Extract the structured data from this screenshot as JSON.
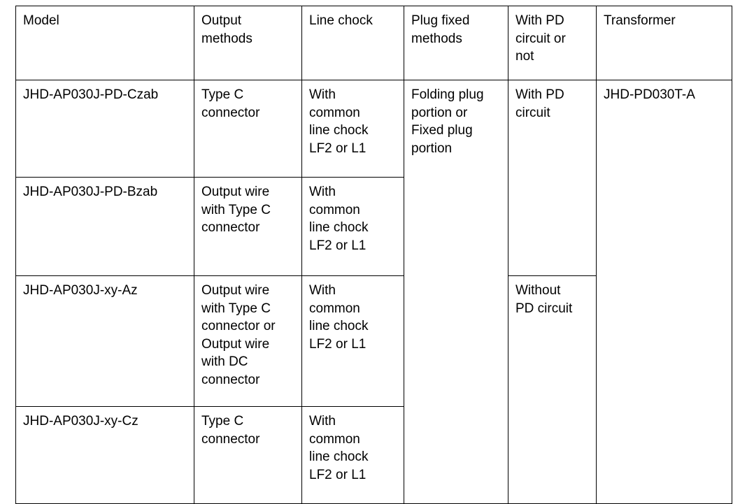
{
  "table": {
    "headers": [
      "Model",
      "Output\nmethods",
      "Line chock",
      "Plug fixed\nmethods",
      "With PD\ncircuit or\nnot",
      "Transformer"
    ],
    "rows": [
      {
        "model": "JHD-AP030J-PD-Czab",
        "output_methods": "Type C\nconnector",
        "line_chock": "With\ncommon\nline chock\nLF2 or L1",
        "plug_fixed_methods": "Folding plug\nportion or\nFixed plug\nportion",
        "pd_circuit": "With PD\ncircuit",
        "transformer": "JHD-PD030T-A"
      },
      {
        "model": "JHD-AP030J-PD-Bzab",
        "output_methods": "Output wire\nwith Type C\nconnector",
        "line_chock": "With\ncommon\nline chock\nLF2 or L1"
      },
      {
        "model": "JHD-AP030J-xy-Az",
        "output_methods": "Output wire\nwith Type C\nconnector or\nOutput wire\nwith DC\nconnector",
        "line_chock": "With\ncommon\nline chock\nLF2 or L1",
        "pd_circuit": "Without\nPD circuit"
      },
      {
        "model": "JHD-AP030J-xy-Cz",
        "output_methods": "Type C\nconnector",
        "line_chock": "With\ncommon\nline chock\nLF2 or L1"
      }
    ]
  },
  "colors": {
    "border": "#000000",
    "background": "#ffffff",
    "text": "#000000"
  }
}
